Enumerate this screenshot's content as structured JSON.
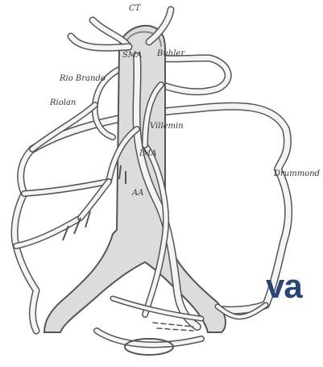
{
  "labels": {
    "ct": "CT",
    "sma": "SMA",
    "buhler": "Buhler",
    "rio_branco": "Rio Brando",
    "riolan": "Riolan",
    "villemin": "Villemin",
    "ima": "IMA",
    "aa": "AA",
    "drummond": "Drummond"
  },
  "logo": {
    "text": "va",
    "color": "#27457a"
  },
  "colors": {
    "stroke": "#555555",
    "aorta_fill": "#dcdcdc",
    "vessel_fill": "#f4f4f4"
  }
}
